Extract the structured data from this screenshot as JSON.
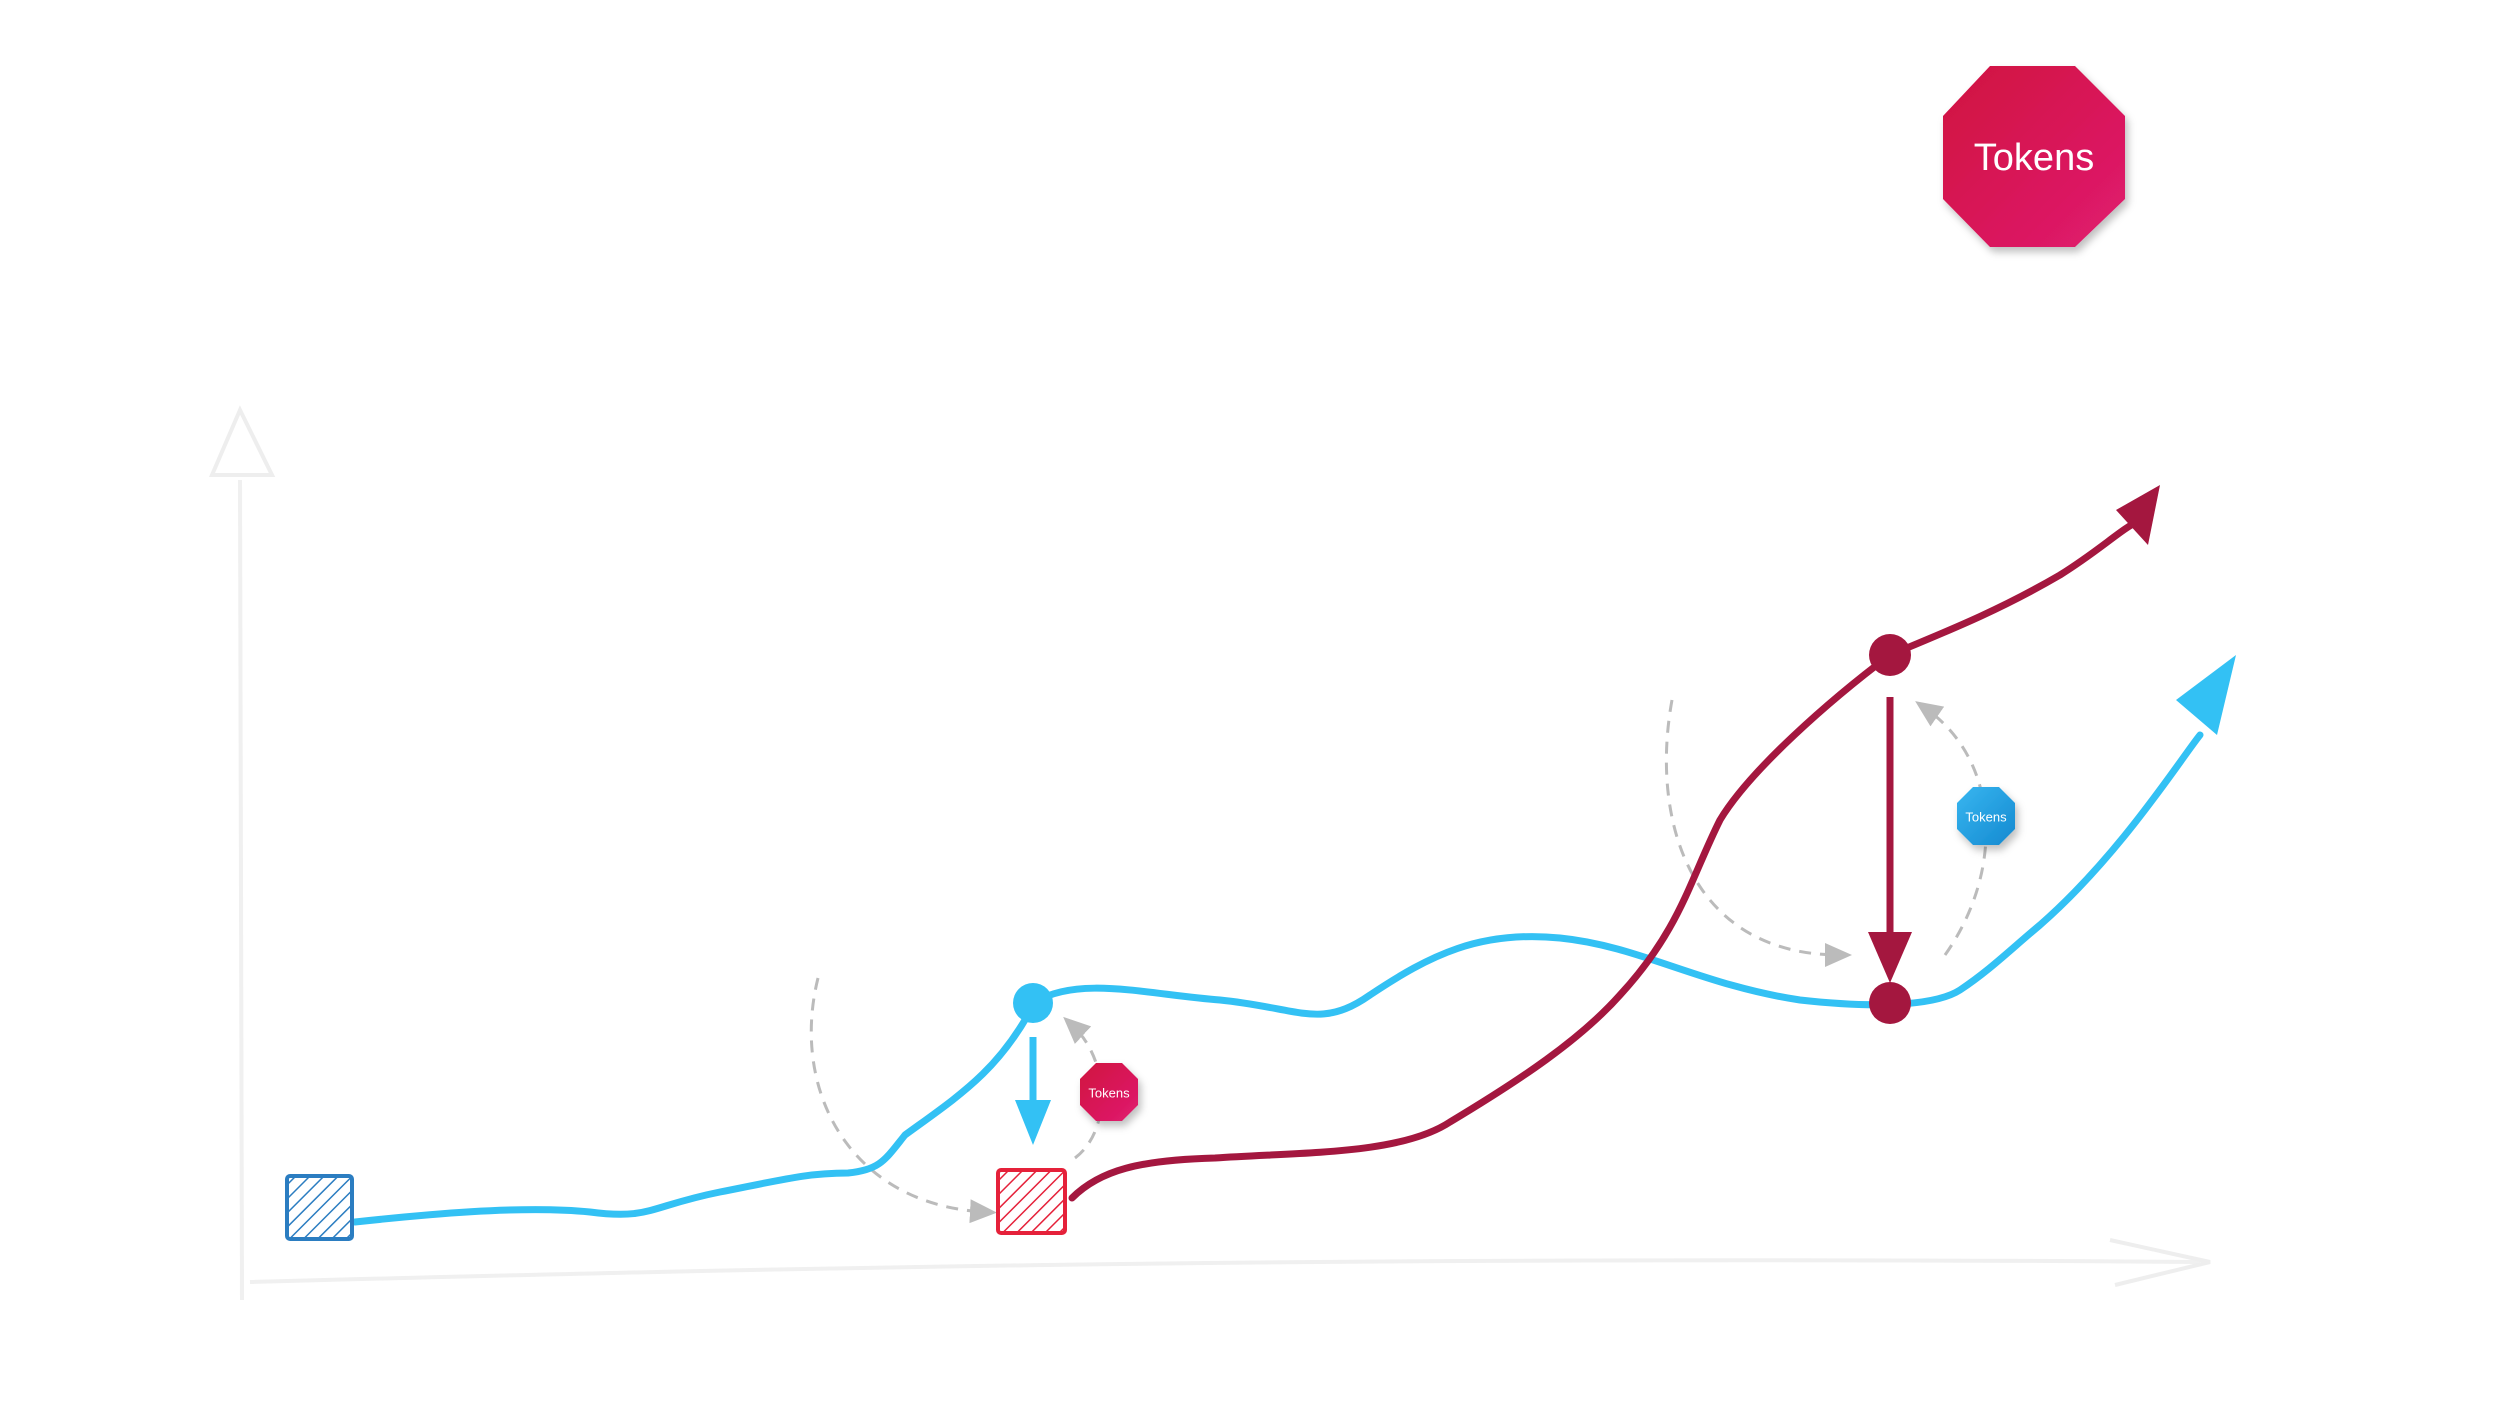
{
  "badges": {
    "main": {
      "label": "Tokens",
      "color": "#d81b5a"
    },
    "small_red": {
      "label": "Tokens",
      "color": "#d81b5a"
    },
    "small_blue": {
      "label": "Tokens",
      "color": "#1e9fe0"
    }
  },
  "colors": {
    "blue_line": "#33c1f4",
    "crimson_line": "#a4173f",
    "hatched_blue": "#2b7dc1",
    "hatched_red": "#e5213a",
    "dashed": "#bbbbbb",
    "axis": "#eeeeee"
  }
}
